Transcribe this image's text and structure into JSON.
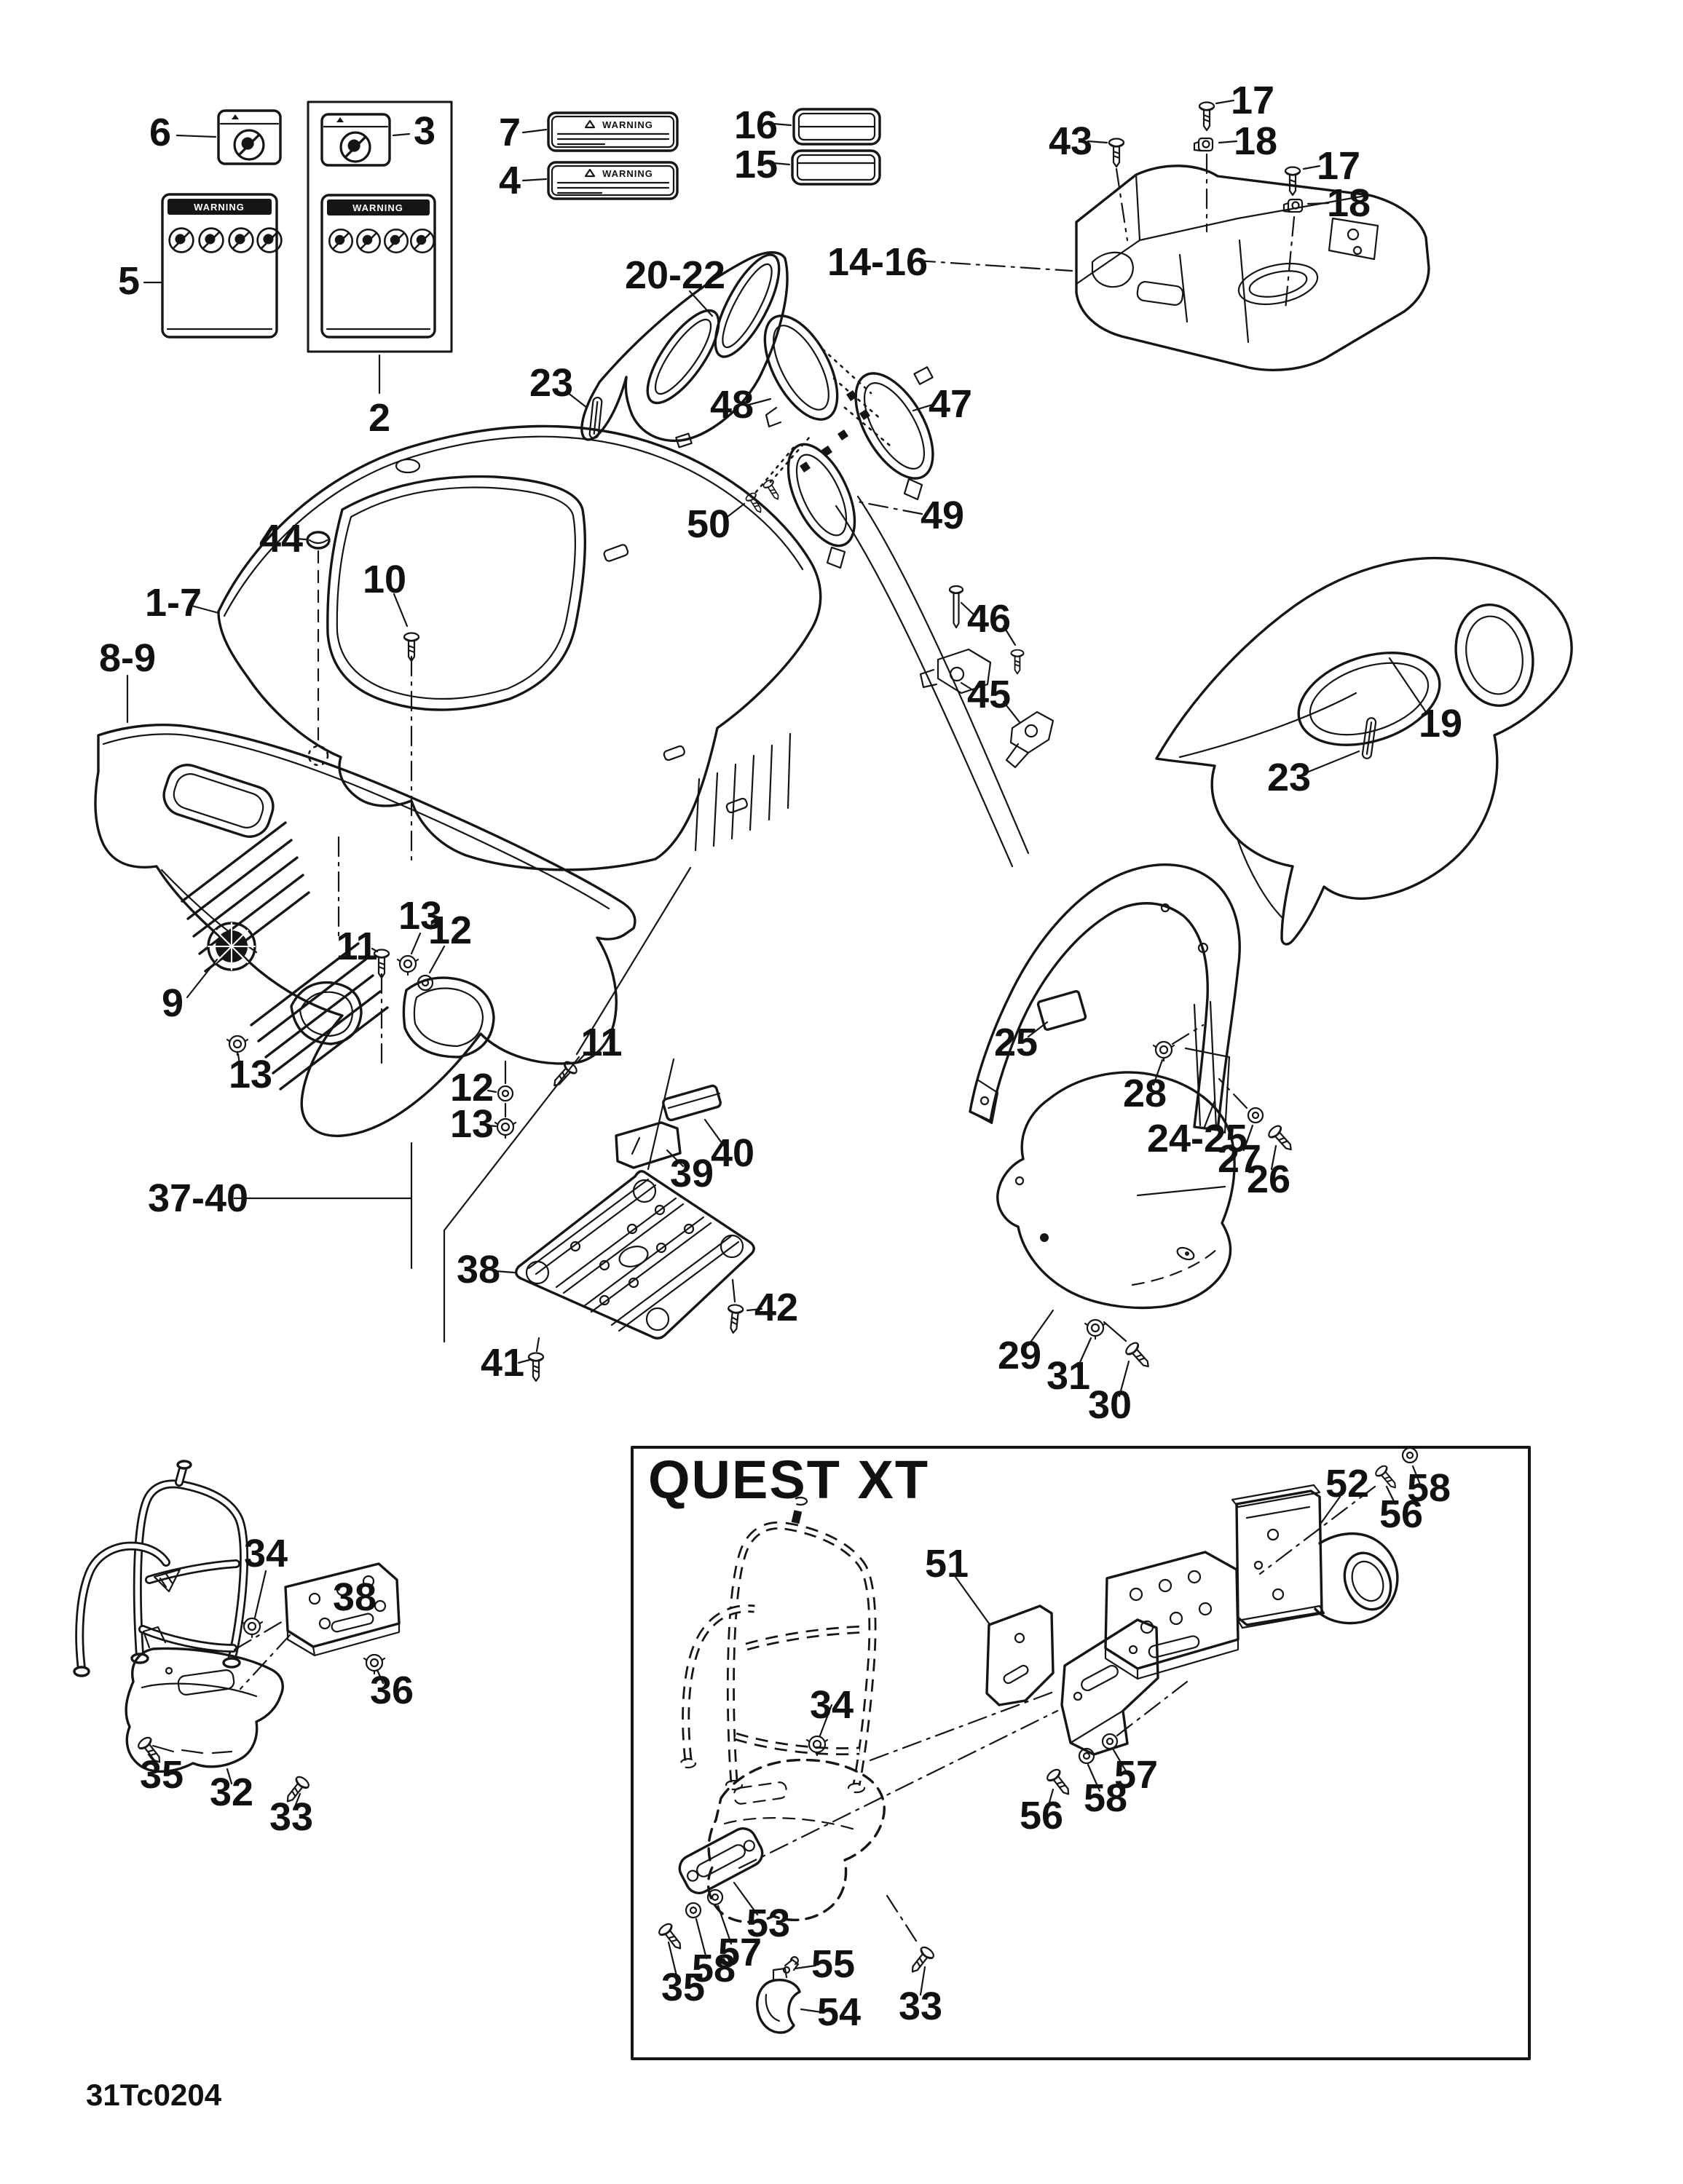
{
  "page": {
    "doc_code": "31Tc0204",
    "background": "#ffffff",
    "line_color": "#151515"
  },
  "inset": {
    "title": "QUEST XT"
  },
  "labels": {
    "warning_text": "WARNING"
  },
  "callouts": [
    {
      "id": "c0",
      "text": "6"
    },
    {
      "id": "c1",
      "text": "3"
    },
    {
      "id": "c2",
      "text": "5"
    },
    {
      "id": "c3",
      "text": "2"
    },
    {
      "id": "c4",
      "text": "7"
    },
    {
      "id": "c5",
      "text": "4"
    },
    {
      "id": "c6",
      "text": "16"
    },
    {
      "id": "c7",
      "text": "15"
    },
    {
      "id": "c8",
      "text": "43"
    },
    {
      "id": "c9",
      "text": "17"
    },
    {
      "id": "c10",
      "text": "18"
    },
    {
      "id": "c11",
      "text": "17"
    },
    {
      "id": "c12",
      "text": "18"
    },
    {
      "id": "c13",
      "text": "14-16"
    },
    {
      "id": "c14",
      "text": "20-22"
    },
    {
      "id": "c15",
      "text": "48"
    },
    {
      "id": "c16",
      "text": "47"
    },
    {
      "id": "c17",
      "text": "49"
    },
    {
      "id": "c18",
      "text": "50"
    },
    {
      "id": "c19",
      "text": "1-7"
    },
    {
      "id": "c20",
      "text": "44"
    },
    {
      "id": "c21",
      "text": "10"
    },
    {
      "id": "c22",
      "text": "8-9"
    },
    {
      "id": "c23",
      "text": "23"
    },
    {
      "id": "c24",
      "text": "9"
    },
    {
      "id": "c25",
      "text": "11"
    },
    {
      "id": "c26",
      "text": "13"
    },
    {
      "id": "c27",
      "text": "12"
    },
    {
      "id": "c28",
      "text": "13"
    },
    {
      "id": "c29",
      "text": "11"
    },
    {
      "id": "c30",
      "text": "12"
    },
    {
      "id": "c31",
      "text": "13"
    },
    {
      "id": "c32",
      "text": "19"
    },
    {
      "id": "c33",
      "text": "46"
    },
    {
      "id": "c34",
      "text": "45"
    },
    {
      "id": "c35",
      "text": "23"
    },
    {
      "id": "c36",
      "text": "25"
    },
    {
      "id": "c37",
      "text": "28"
    },
    {
      "id": "c38",
      "text": "24-25"
    },
    {
      "id": "c39",
      "text": "27"
    },
    {
      "id": "c40",
      "text": "26"
    },
    {
      "id": "c41",
      "text": "29"
    },
    {
      "id": "c42",
      "text": "31"
    },
    {
      "id": "c43",
      "text": "30"
    },
    {
      "id": "c44",
      "text": "37-40"
    },
    {
      "id": "c45",
      "text": "38"
    },
    {
      "id": "c46",
      "text": "39"
    },
    {
      "id": "c47",
      "text": "40"
    },
    {
      "id": "c48",
      "text": "41"
    },
    {
      "id": "c49",
      "text": "42"
    },
    {
      "id": "c50",
      "text": "34"
    },
    {
      "id": "c51",
      "text": "38"
    },
    {
      "id": "c52",
      "text": "36"
    },
    {
      "id": "c53",
      "text": "35"
    },
    {
      "id": "c54",
      "text": "32"
    },
    {
      "id": "c55",
      "text": "33"
    },
    {
      "id": "c56",
      "text": "52"
    },
    {
      "id": "c57",
      "text": "51"
    },
    {
      "id": "c58",
      "text": "34"
    },
    {
      "id": "c59",
      "text": "56"
    },
    {
      "id": "c60",
      "text": "58"
    },
    {
      "id": "c61",
      "text": "56"
    },
    {
      "id": "c62",
      "text": "58"
    },
    {
      "id": "c63",
      "text": "57"
    },
    {
      "id": "c64",
      "text": "53"
    },
    {
      "id": "c65",
      "text": "57"
    },
    {
      "id": "c66",
      "text": "58"
    },
    {
      "id": "c67",
      "text": "35"
    },
    {
      "id": "c68",
      "text": "55"
    },
    {
      "id": "c69",
      "text": "54"
    },
    {
      "id": "c70",
      "text": "33"
    }
  ]
}
